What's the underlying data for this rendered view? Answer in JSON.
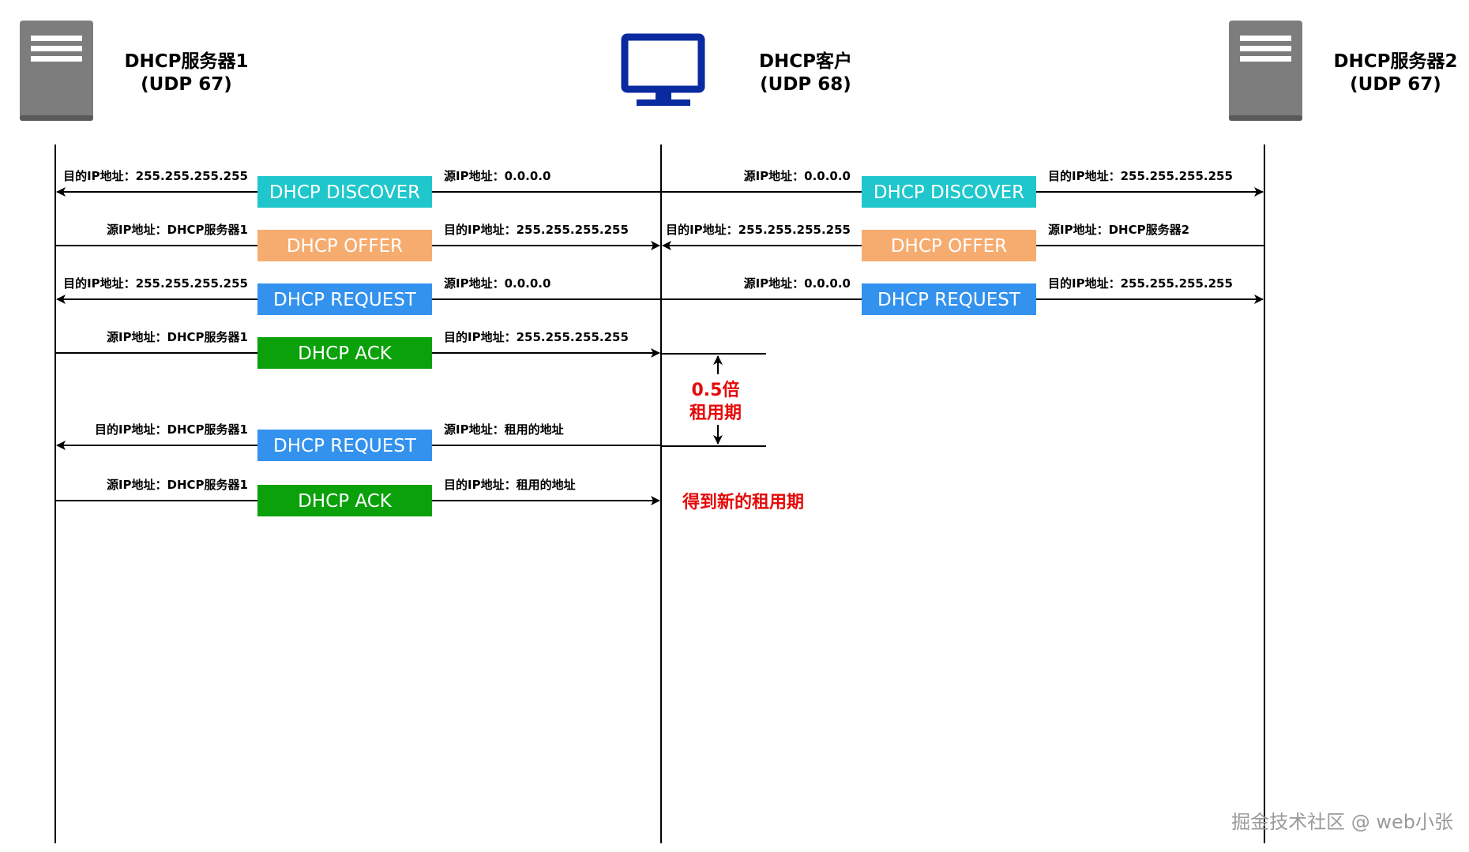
{
  "participants": {
    "server1": {
      "name": "DHCP服务器1",
      "port": "(UDP 67)",
      "icon": "server-icon"
    },
    "client": {
      "name": "DHCP客户",
      "port": "(UDP 68)",
      "icon": "monitor-icon"
    },
    "server2": {
      "name": "DHCP服务器2",
      "port": "(UDP 67)",
      "icon": "server-icon"
    }
  },
  "colors": {
    "discover": "#1fc7cc",
    "offer": "#f7ac6f",
    "request": "#3392ee",
    "ack": "#0aa10a",
    "highlight": "#e50a0a",
    "monitor": "#0a2aa0",
    "server": "#7d7d7d"
  },
  "left_messages": [
    {
      "label": "DHCP DISCOVER",
      "type": "discover",
      "direction": "to-server",
      "server_side": "目的IP地址：255.255.255.255",
      "client_side": "源IP地址：0.0.0.0"
    },
    {
      "label": "DHCP OFFER",
      "type": "offer",
      "direction": "to-client",
      "server_side": "源IP地址：DHCP服务器1",
      "client_side": "目的IP地址：255.255.255.255"
    },
    {
      "label": "DHCP REQUEST",
      "type": "request",
      "direction": "to-server",
      "server_side": "目的IP地址：255.255.255.255",
      "client_side": "源IP地址：0.0.0.0"
    },
    {
      "label": "DHCP ACK",
      "type": "ack",
      "direction": "to-client",
      "server_side": "源IP地址：DHCP服务器1",
      "client_side": "目的IP地址：255.255.255.255"
    },
    {
      "label": "DHCP REQUEST",
      "type": "request",
      "direction": "to-server",
      "server_side": "目的IP地址：DHCP服务器1",
      "client_side": "源IP地址：租用的地址"
    },
    {
      "label": "DHCP ACK",
      "type": "ack",
      "direction": "to-client",
      "server_side": "源IP地址：DHCP服务器1",
      "client_side": "目的IP地址：租用的地址"
    }
  ],
  "right_messages": [
    {
      "label": "DHCP DISCOVER",
      "type": "discover",
      "direction": "to-server",
      "client_side": "源IP地址：0.0.0.0",
      "server_side": "目的IP地址：255.255.255.255"
    },
    {
      "label": "DHCP OFFER",
      "type": "offer",
      "direction": "to-client",
      "client_side": "目的IP地址：255.255.255.255",
      "server_side": "源IP地址：DHCP服务器2"
    },
    {
      "label": "DHCP REQUEST",
      "type": "request",
      "direction": "to-server",
      "client_side": "源IP地址：0.0.0.0",
      "server_side": "目的IP地址：255.255.255.255"
    }
  ],
  "lease_note": {
    "line1": "0.5倍",
    "line2": "租用期"
  },
  "renew_note": "得到新的租用期",
  "watermark": "掘金技术社区 @ web小张"
}
